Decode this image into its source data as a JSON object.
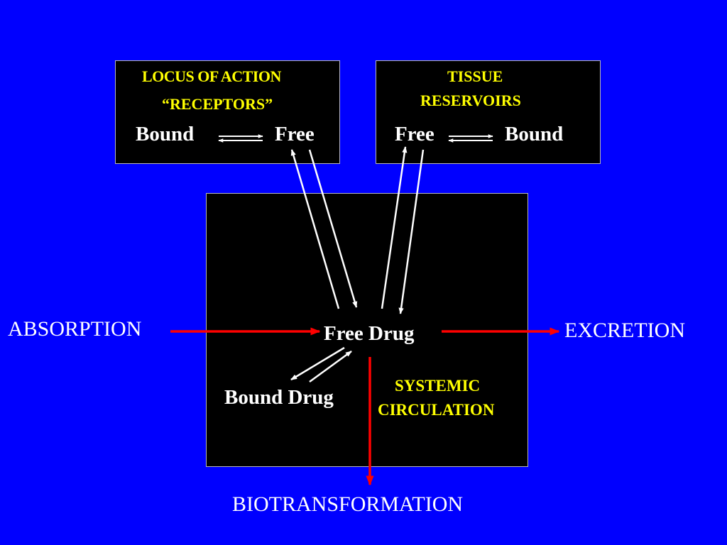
{
  "colors": {
    "background": "#0000ff",
    "box_fill": "#000000",
    "box_border": "#b8b8b8",
    "label_yellow": "#ffff00",
    "label_white": "#ffffff",
    "flow_arrow": "#ff0000",
    "exchange_arrow": "#ffffff"
  },
  "locus": {
    "title_line1": "LOCUS OF ACTION",
    "title_line2": "“RECEPTORS”",
    "left_label": "Bound",
    "right_label": "Free"
  },
  "tissue": {
    "title_line1": "TISSUE",
    "title_line2": "RESERVOIRS",
    "left_label": "Free",
    "right_label": "Bound"
  },
  "central": {
    "free_drug": "Free Drug",
    "bound_drug": "Bound Drug",
    "label_line1": "SYSTEMIC",
    "label_line2": "CIRCULATION"
  },
  "flows": {
    "absorption": "ABSORPTION",
    "excretion": "EXCRETION",
    "biotransformation": "BIOTRANSFORMATION"
  }
}
